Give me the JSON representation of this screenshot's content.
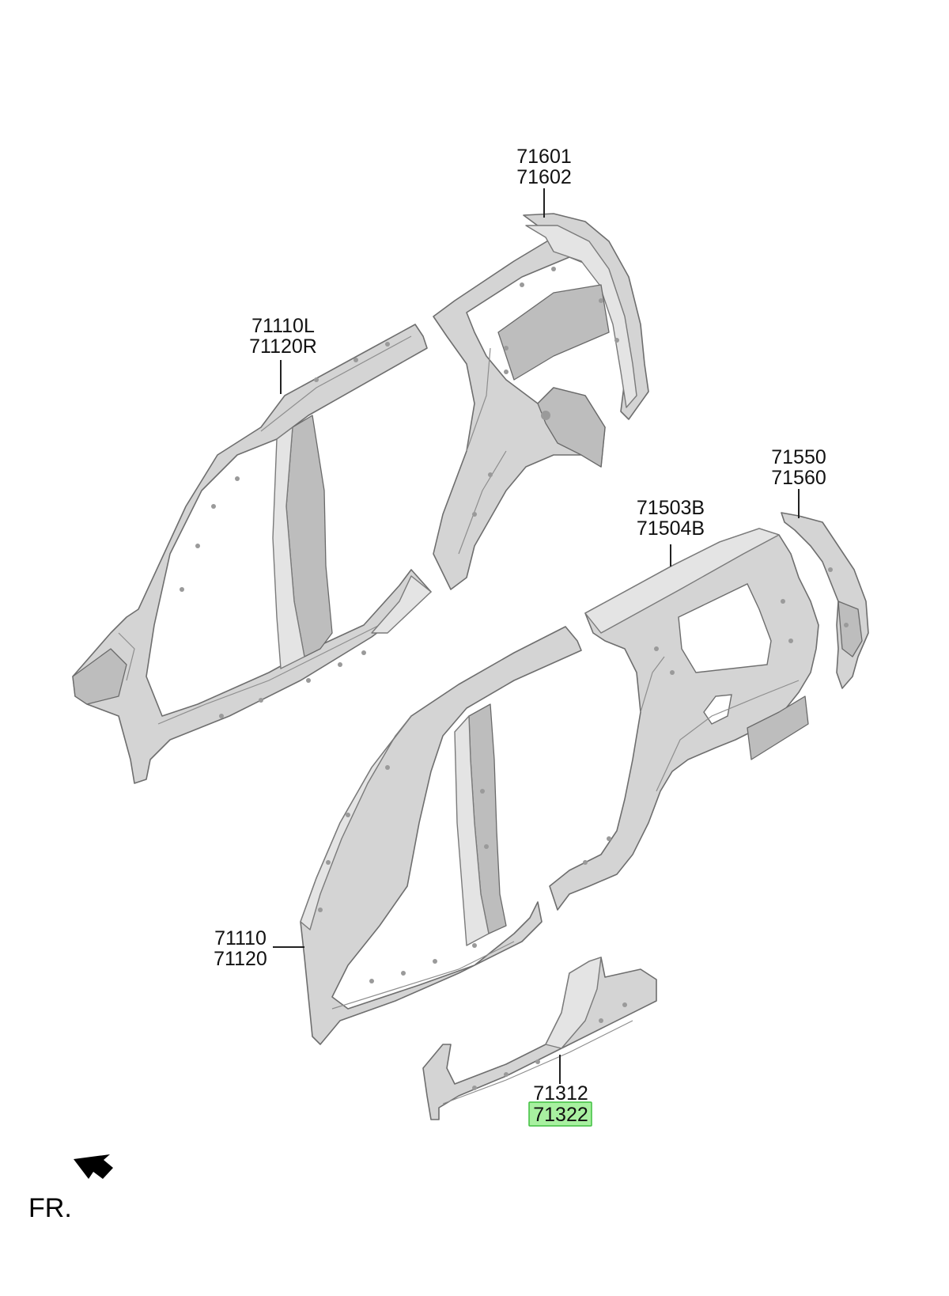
{
  "callouts": [
    {
      "id": "inner-rear",
      "lines": [
        "71601",
        "71602"
      ]
    },
    {
      "id": "inner-front",
      "lines": [
        "71110L",
        "71120R"
      ]
    },
    {
      "id": "rear-lamp-panel",
      "lines": [
        "71550",
        "71560"
      ]
    },
    {
      "id": "quarter-outer",
      "lines": [
        "71503B",
        "71504B"
      ]
    },
    {
      "id": "outer-front",
      "lines": [
        "71110",
        "71120"
      ]
    },
    {
      "id": "sill-outer",
      "lines": [
        "71312",
        "71322"
      ],
      "highlighted_line": 1
    }
  ],
  "orientation": {
    "label": "FR.",
    "arrow_icon": "front-direction-arrow-icon"
  },
  "colors": {
    "highlight_fill": "#a8f0a0",
    "highlight_border": "#3fbf3f"
  }
}
